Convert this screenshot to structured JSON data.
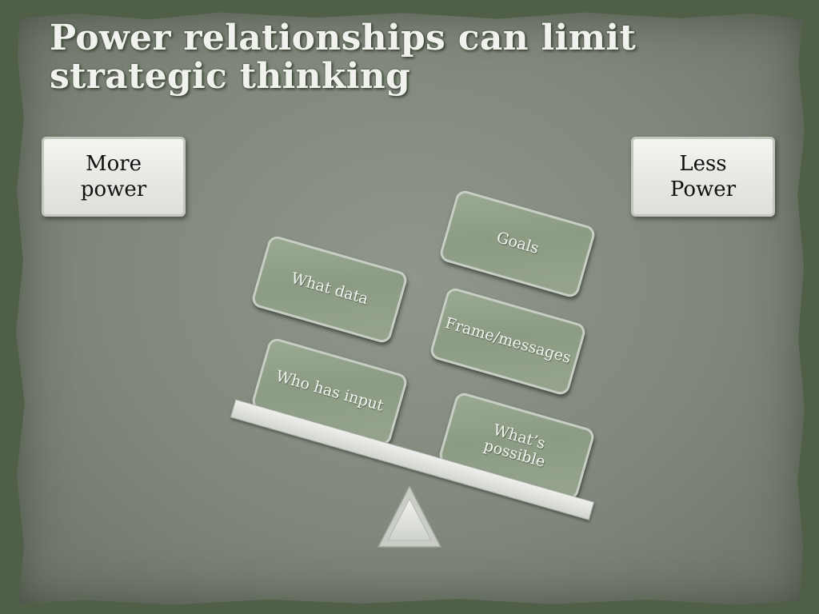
{
  "title": "Power relationships can limit strategic thinking",
  "left_label": "More\npower",
  "right_label": "Less\nPower",
  "left_blocks": [
    "What data",
    "Who has input"
  ],
  "right_blocks": [
    "Goals",
    "Frame/messages",
    "What’s\npossible"
  ],
  "colors": {
    "background": "#4f5f48",
    "paper": "#858c80",
    "block_fill": "#91a089",
    "label_box": "#e8e9e5"
  }
}
